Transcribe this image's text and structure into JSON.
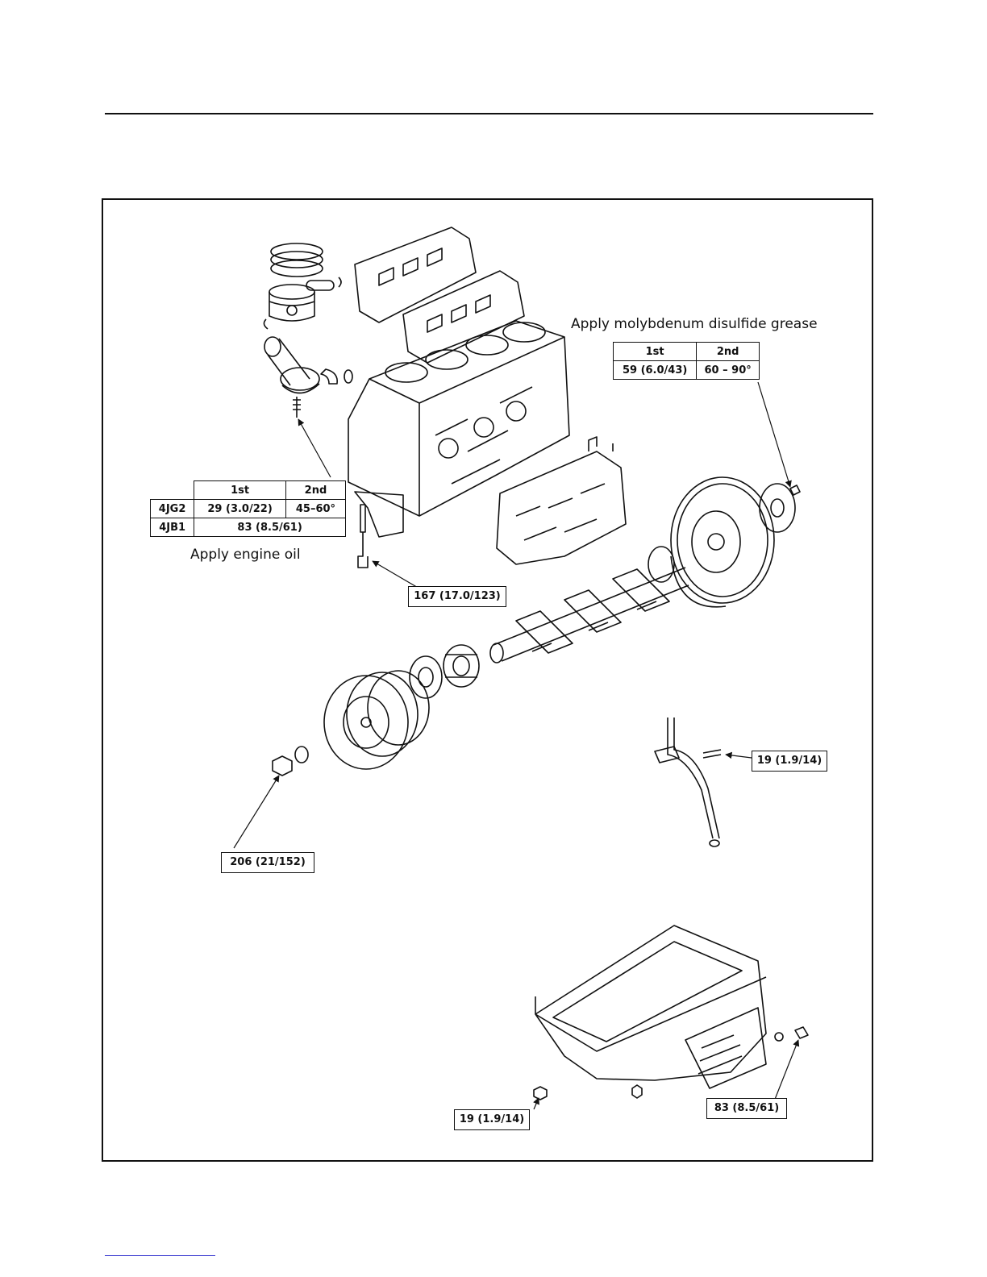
{
  "notes": {
    "grease": "Apply molybdenum disulfide grease",
    "oil": "Apply engine oil"
  },
  "flywheel_torque": {
    "headers": [
      "1st",
      "2nd"
    ],
    "values": [
      "59 (6.0/43)",
      "60 – 90°"
    ]
  },
  "conrod_torque": {
    "headers": [
      "1st",
      "2nd"
    ],
    "rows": [
      {
        "engine": "4JG2",
        "first": "29 (3.0/22)",
        "second": "45–60°"
      },
      {
        "engine": "4JB1",
        "combined": "83 (8.5/61)"
      }
    ]
  },
  "torque_labels": {
    "main_bearing": "167 (17.0/123)",
    "pulley": "206 (21/152)",
    "oil_pipe": "19 (1.9/14)",
    "oil_pan": "19 (1.9/14)",
    "drain_plug": "83 (8.5/61)"
  }
}
